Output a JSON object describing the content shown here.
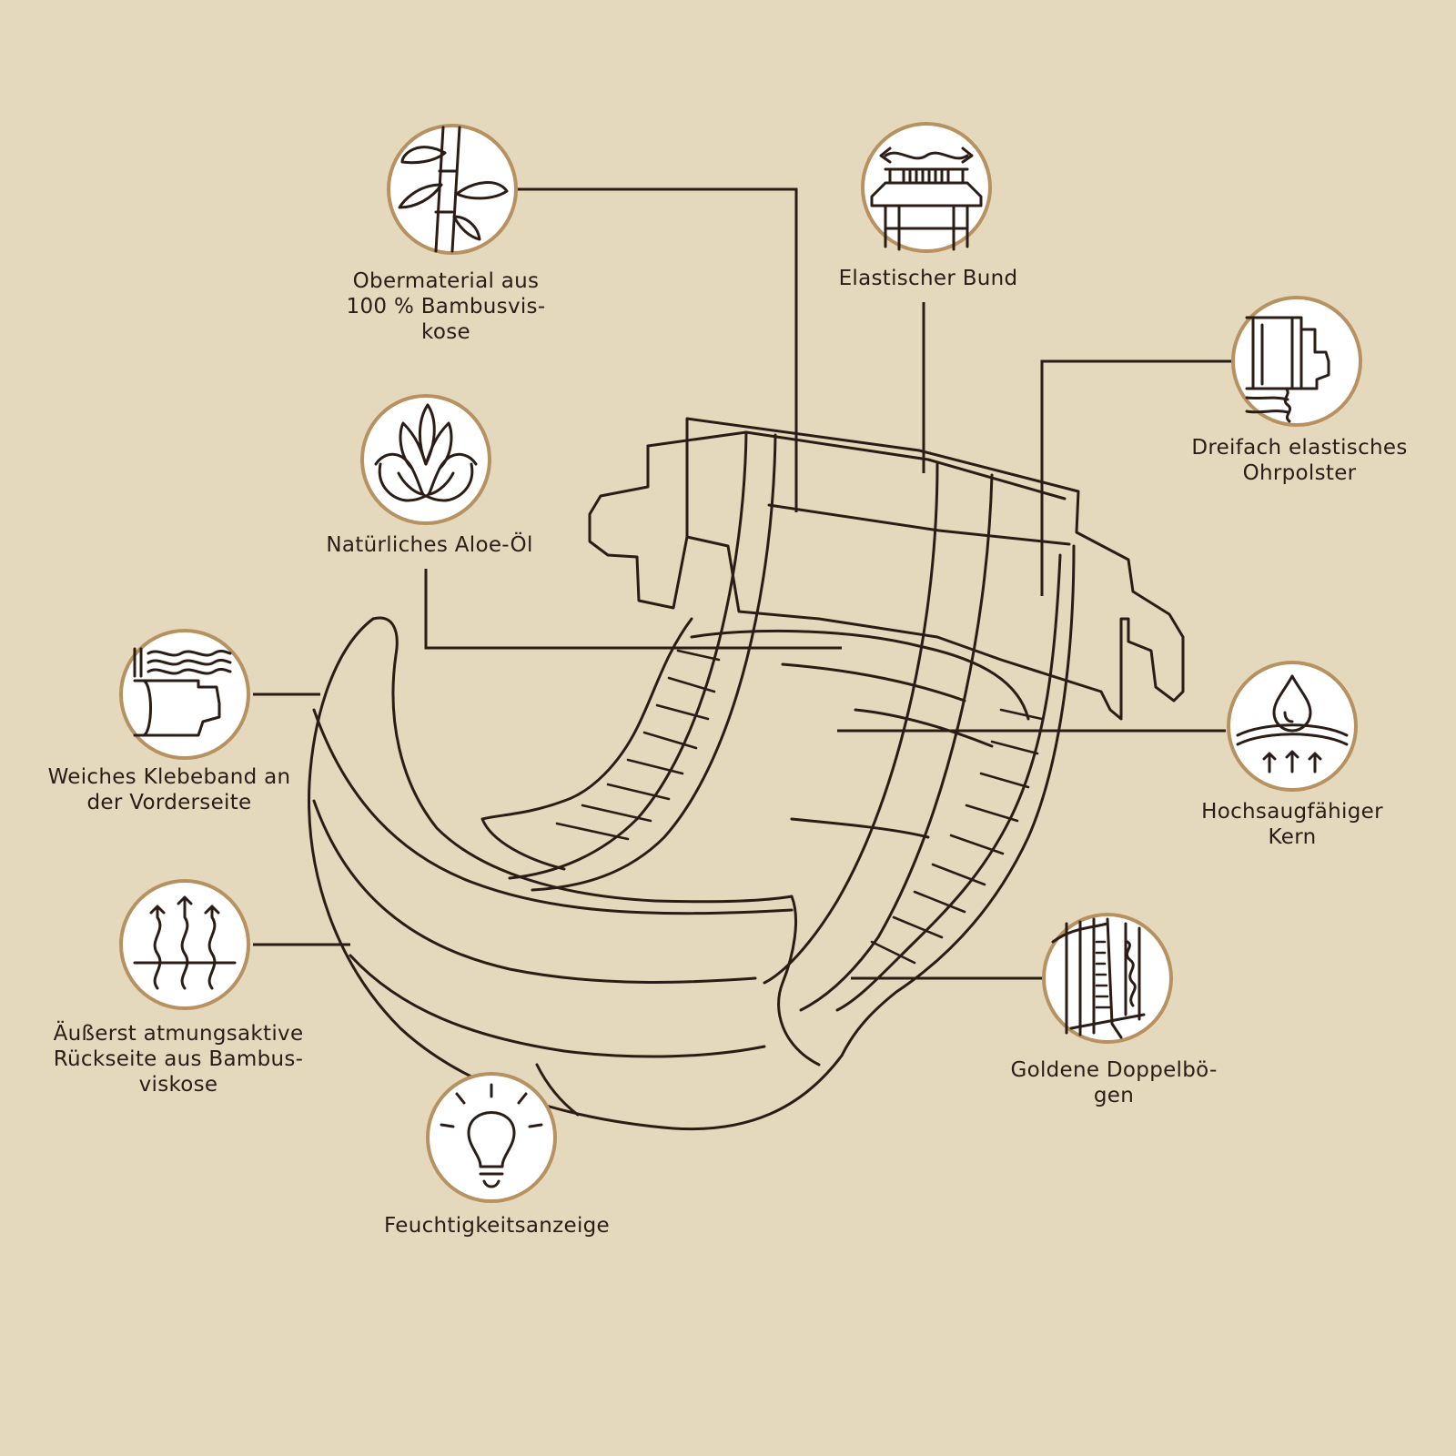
{
  "colors": {
    "background": "#e4d9bd",
    "ink": "#2b1c16",
    "ring": "#b89160",
    "icon_fill": "#ffffff"
  },
  "features": [
    {
      "id": "bamboo-top",
      "icon": "bamboo-icon",
      "label": "Obermaterial aus\n100 % Bambusvis-\nkose"
    },
    {
      "id": "waistband",
      "icon": "elastic-waistband-icon",
      "label": "Elastischer Bund"
    },
    {
      "id": "ear-pads",
      "icon": "ear-pad-icon",
      "label": "Dreifach elastisches\nOhrpolster"
    },
    {
      "id": "aloe",
      "icon": "aloe-icon",
      "label": "Natürliches Aloe-Öl"
    },
    {
      "id": "front-tape",
      "icon": "front-tape-icon",
      "label": "Weiches Klebeband an\nder Vorderseite"
    },
    {
      "id": "core",
      "icon": "droplet-icon",
      "label": "Hochsaugfähiger\nKern"
    },
    {
      "id": "breathable",
      "icon": "breathable-icon",
      "label": "Äußerst atmungsaktive\nRückseite aus Bambus-\nviskose"
    },
    {
      "id": "cuffs",
      "icon": "double-cuff-icon",
      "label": "Goldene Doppelbö-\ngen"
    },
    {
      "id": "wetness",
      "icon": "lightbulb-icon",
      "label": "Feuchtigkeitsanzeige"
    }
  ]
}
